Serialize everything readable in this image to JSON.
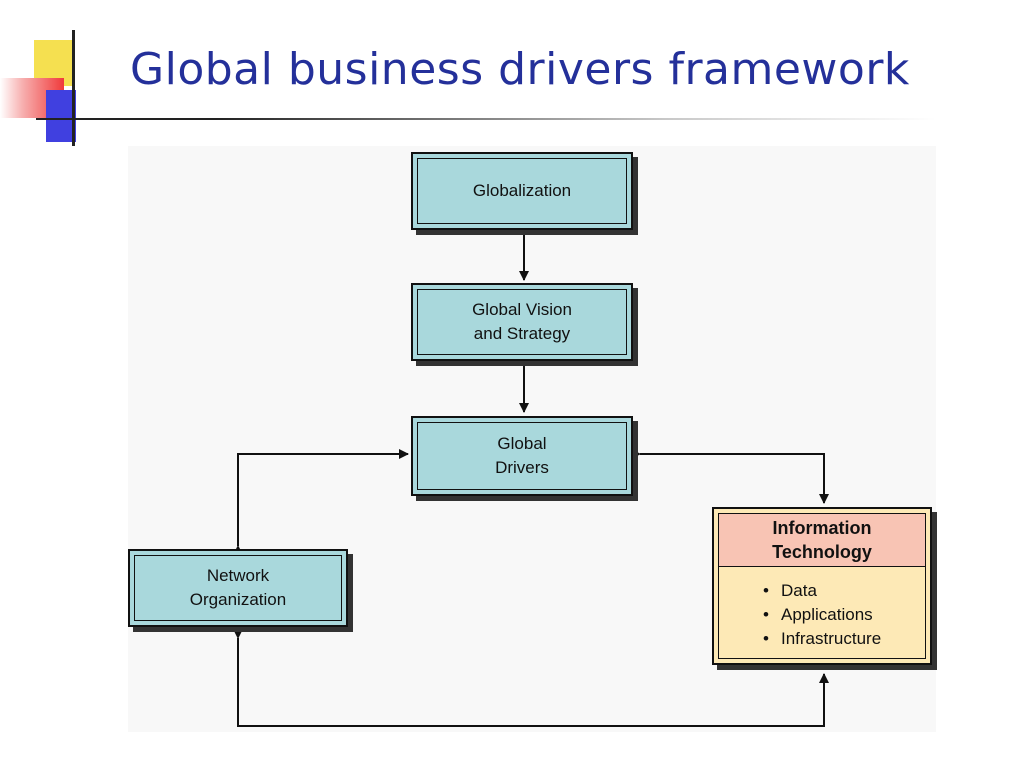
{
  "slide": {
    "title": "Global business drivers framework"
  },
  "diagram": {
    "nodes": {
      "globalization": {
        "lines": [
          "Globalization"
        ]
      },
      "vision": {
        "lines": [
          "Global Vision",
          "and Strategy"
        ]
      },
      "drivers": {
        "lines": [
          "Global",
          "Drivers"
        ]
      },
      "network": {
        "lines": [
          "Network",
          "Organization"
        ]
      },
      "it": {
        "title_lines": [
          "Information",
          "Technology"
        ],
        "bullet": "•",
        "items": [
          "Data",
          "Applications",
          "Infrastructure"
        ]
      }
    },
    "colors": {
      "box_fill": "#a9d8dc",
      "it_header_fill": "#f8c4b4",
      "it_body_fill": "#fde9b6",
      "title_color": "#24309a"
    }
  }
}
